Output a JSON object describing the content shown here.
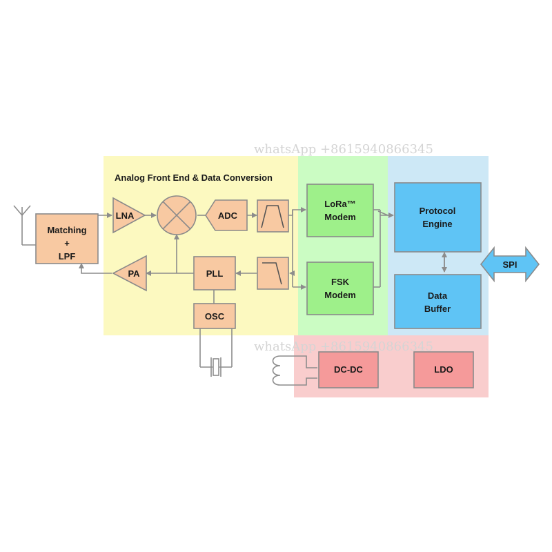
{
  "section_title": "Analog Front End & Data Conversion",
  "watermark": "whatsApp +8615940866345",
  "blocks": {
    "matching": [
      "Matching",
      "+",
      "LPF"
    ],
    "lna": "LNA",
    "pa": "PA",
    "adc": "ADC",
    "pll": "PLL",
    "osc": "OSC",
    "lora": [
      "LoRa™",
      "Modem"
    ],
    "fsk": [
      "FSK",
      "Modem"
    ],
    "protocol": [
      "Protocol",
      "Engine"
    ],
    "buffer": [
      "Data",
      "Buffer"
    ],
    "spi": "SPI",
    "dcdc": "DC-DC",
    "ldo": "LDO"
  },
  "colors": {
    "analog_region": "#fcf9c0",
    "modem_region": "#cbfcc3",
    "digital_region": "#cde8f6",
    "power_region": "#f9cdcd",
    "analog_block": "#f8c9a2",
    "modem_block": "#9ef08a",
    "digital_block": "#5fc4f5",
    "power_block": "#f59a9a"
  },
  "icons": [
    "antenna-icon",
    "mixer-icon",
    "bandpass-filter-icon",
    "lowpass-filter-icon",
    "crystal-icon",
    "inductor-icon"
  ]
}
